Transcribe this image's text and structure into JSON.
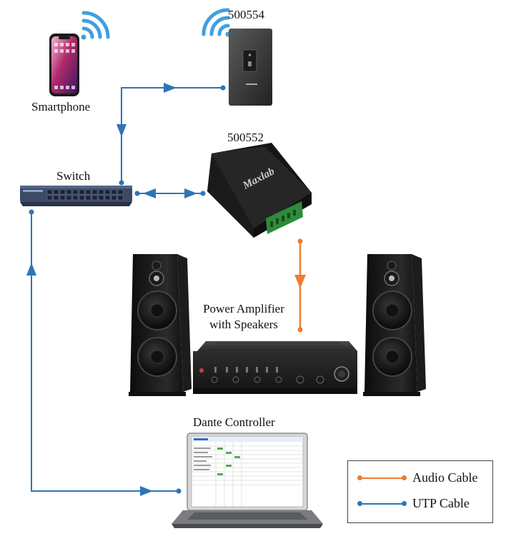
{
  "labels": {
    "smartphone": "Smartphone",
    "wall_panel": "500554",
    "audio_interface": "500552",
    "switch": "Switch",
    "amplifier_line1": "Power Amplifier",
    "amplifier_line2": "with Speakers",
    "controller": "Dante Controller"
  },
  "device_text": {
    "interface_brand": "Maxlab"
  },
  "legend": {
    "audio": "Audio Cable",
    "utp": "UTP Cable"
  },
  "colors": {
    "audio_cable": "#ed7d31",
    "utp_cable": "#2e75b6",
    "wifi": "#3fa0e0"
  }
}
